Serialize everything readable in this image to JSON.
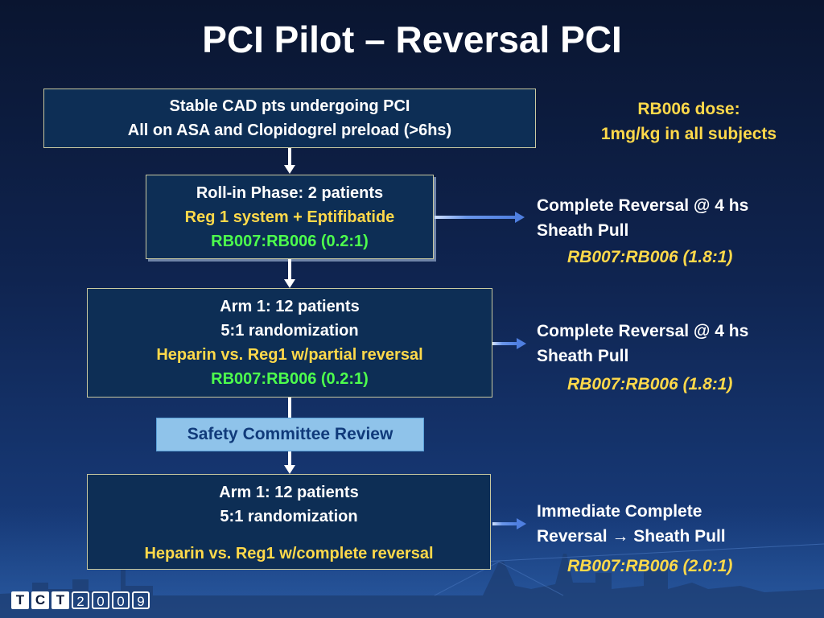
{
  "title": "PCI Pilot – Reversal PCI",
  "dose": {
    "line1": "RB006 dose:",
    "line2": "1mg/kg in all subjects"
  },
  "box_top": {
    "line1": "Stable CAD pts undergoing PCI",
    "line2": "All on ASA and Clopidogrel preload (>6hs)"
  },
  "box_rollin": {
    "line1": "Roll-in Phase: 2 patients",
    "line2": "Reg 1 system + Eptifibatide",
    "line3": "RB007:RB006 (0.2:1)"
  },
  "box_arm1a": {
    "line1": "Arm 1: 12 patients",
    "line2": "5:1 randomization",
    "line3": "Heparin vs. Reg1 w/partial reversal",
    "line4": "RB007:RB006 (0.2:1)"
  },
  "safety": "Safety Committee Review",
  "box_arm1b": {
    "line1": "Arm 1: 12 patients",
    "line2": "5:1 randomization",
    "line3": "Heparin vs. Reg1 w/complete reversal"
  },
  "outcome1": {
    "line1": "Complete Reversal @ 4 hs",
    "line2": "Sheath Pull",
    "ratio": "RB007:RB006 (1.8:1)"
  },
  "outcome2": {
    "line1": "Complete Reversal @ 4 hs",
    "line2": "Sheath Pull",
    "ratio": "RB007:RB006 (1.8:1)"
  },
  "outcome3": {
    "line1": "Immediate Complete",
    "line2_a": "Reversal",
    "line2_arrow": "→",
    "line2_b": "Sheath Pull",
    "ratio": "RB007:RB006 (2.0:1)"
  },
  "logo": [
    "T",
    "C",
    "T",
    "2",
    "0",
    "0",
    "9"
  ],
  "colors": {
    "yellow": "#ffd94a",
    "green": "#4dff4d",
    "box_fill": "#0d2e55",
    "safety_fill": "#8fc3ea"
  }
}
